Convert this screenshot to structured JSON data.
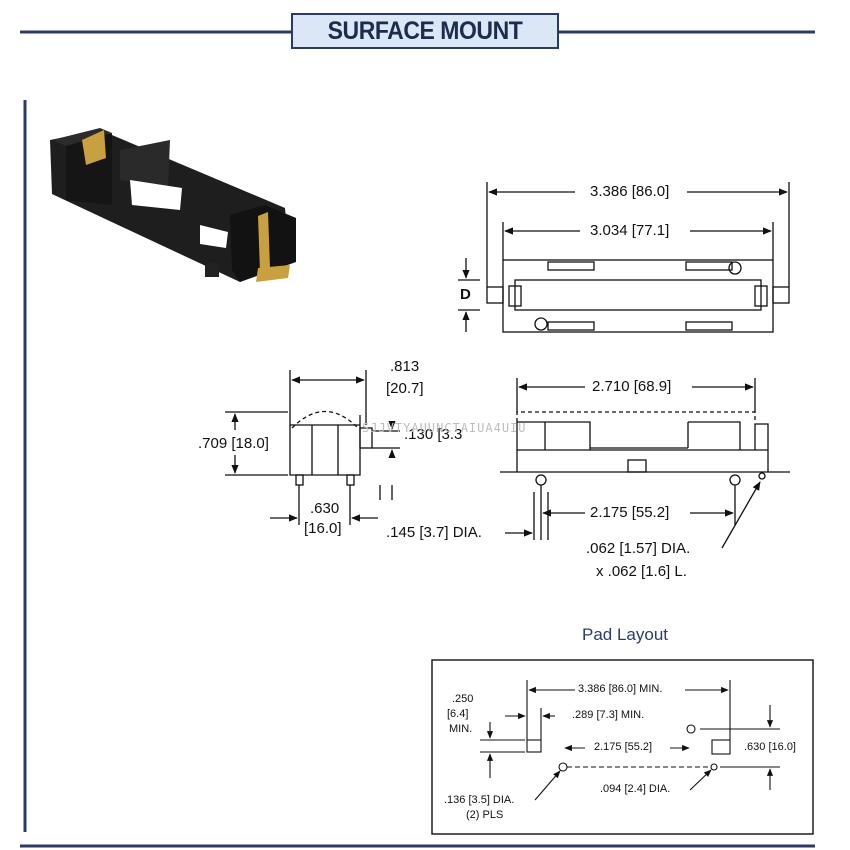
{
  "banner": {
    "title": "SURFACE MOUNT"
  },
  "pad_layout": {
    "title": "Pad Layout",
    "labels": {
      "overall_min": "3.386 [86.0] MIN.",
      "gap_min": ".289 [7.3] MIN.",
      "pad_w_1": ".250",
      "pad_w_2": "[6.4]",
      "pad_w_3": "MIN.",
      "peg_spacing": "2.175 [55.2]",
      "height": ".630 [16.0]",
      "hole_dia_1": ".136 [3.5] DIA.",
      "hole_dia_2": "(2) PLS",
      "hole_small": ".094 [2.4] DIA."
    }
  },
  "top_view": {
    "outer": "3.386 [86.0]",
    "inner": "3.034 [77.1]",
    "d_label": "D"
  },
  "end_view": {
    "width_1": ".813",
    "width_2": "[20.7]",
    "height": ".709 [18.0]",
    "tab": ".130 [3.3",
    "base_1": ".630",
    "base_2": "[16.0]",
    "peg_dia": ".145 [3.7] DIA."
  },
  "side_view": {
    "length": "2.710 [68.9]",
    "peg_spacing": "2.175 [55.2]",
    "pin_1": ".062 [1.57] DIA.",
    "pin_2": "x .062 [1.6] L."
  },
  "watermark": "SJJVTYAUUNCTAIUA4UIU",
  "colors": {
    "rule": "#2c3a66",
    "banner_fill": "#dbe6f6",
    "holder_body": "#1e1e1e",
    "contact": "#c8a040"
  }
}
